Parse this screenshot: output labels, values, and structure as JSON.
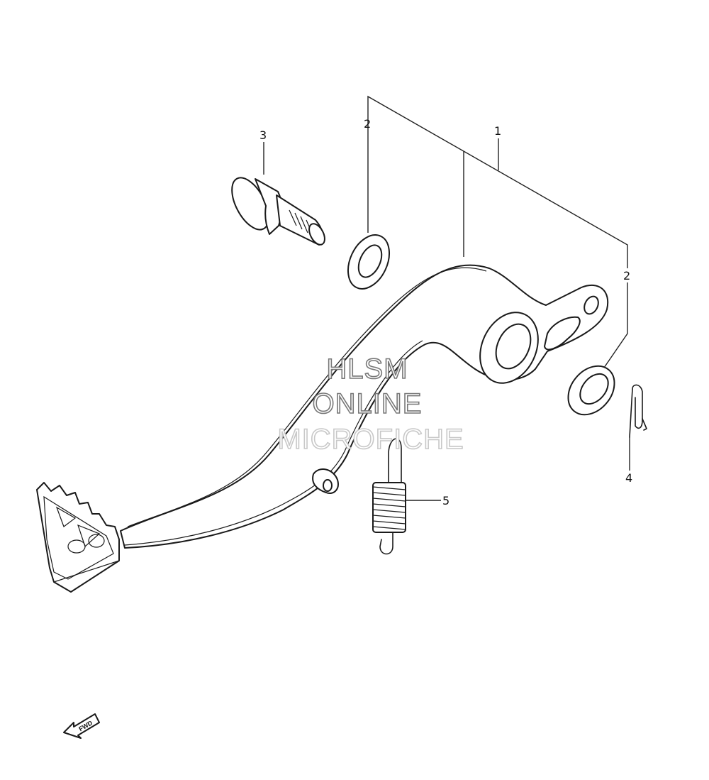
{
  "callouts": {
    "c1": "1",
    "c2a": "2",
    "c2b": "2",
    "c3": "3",
    "c4": "4",
    "c5": "5"
  },
  "watermark": {
    "line1": "HLSM",
    "line2": "ONLINE",
    "line3": "MICROFICHE"
  },
  "direction": {
    "label": "FWD"
  }
}
